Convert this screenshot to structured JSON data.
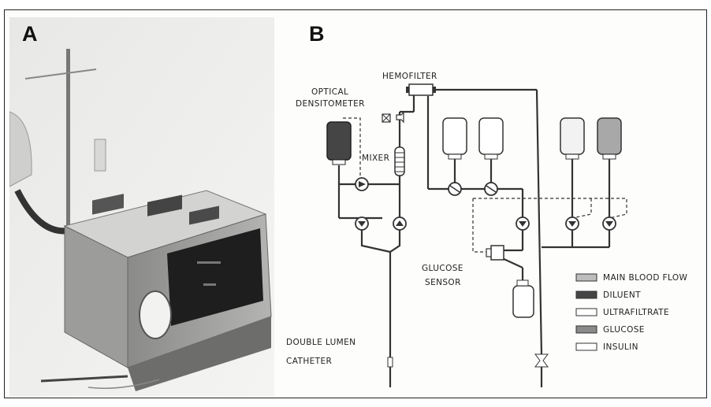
{
  "panels": {
    "photo_label": "A",
    "diagram_label": "B"
  },
  "diagram": {
    "hemofilter": "HEMOFILTER",
    "optical": "OPTICAL",
    "densitometer": "DENSITOMETER",
    "mixer": "MIXER",
    "glucose_sensor_line1": "GLUCOSE",
    "glucose_sensor_line2": "SENSOR",
    "catheter_line1": "DOUBLE LUMEN",
    "catheter_line2": "CATHETER"
  },
  "legend": [
    {
      "label": "MAIN BLOOD FLOW",
      "color": "#bdbdbd"
    },
    {
      "label": "DILUENT",
      "color": "#454545"
    },
    {
      "label": "ULTRAFILTRATE",
      "color": "#ffffff"
    },
    {
      "label": "GLUCOSE",
      "color": "#8a8a8a"
    },
    {
      "label": "INSULIN",
      "color": "#ffffff"
    }
  ]
}
